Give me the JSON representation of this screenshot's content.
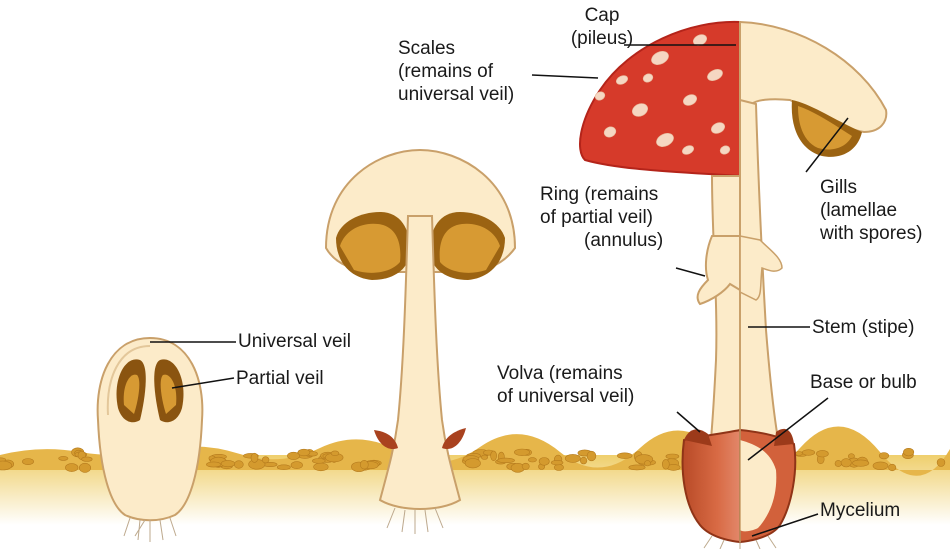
{
  "labels": {
    "cap": [
      "Cap",
      "(pileus)"
    ],
    "scales": [
      "Scales",
      "(remains of",
      "universal veil)"
    ],
    "ring": [
      "Ring (remains",
      "of partial veil)",
      "(annulus)"
    ],
    "gills": [
      "Gills",
      "(lamellae",
      "with spores)"
    ],
    "universal_veil": "Universal veil",
    "partial_veil": "Partial veil",
    "stem": "Stem (stipe)",
    "volva": [
      "Volva (remains",
      "of universal veil)"
    ],
    "base": "Base or bulb",
    "mycelium": "Mycelium"
  },
  "colors": {
    "soil": "#e9bf4f",
    "soil_pebble": "#d79b2c",
    "flesh": "#fbe9c6",
    "flesh_outline": "#c9a06a",
    "gill": "#c9891e",
    "gill_dark": "#9c6410",
    "cap_red": "#d63a2a",
    "cap_red_dark": "#b4241a",
    "scale": "#f5d7c2",
    "volva": "#c2552e",
    "leader": "#111111"
  }
}
